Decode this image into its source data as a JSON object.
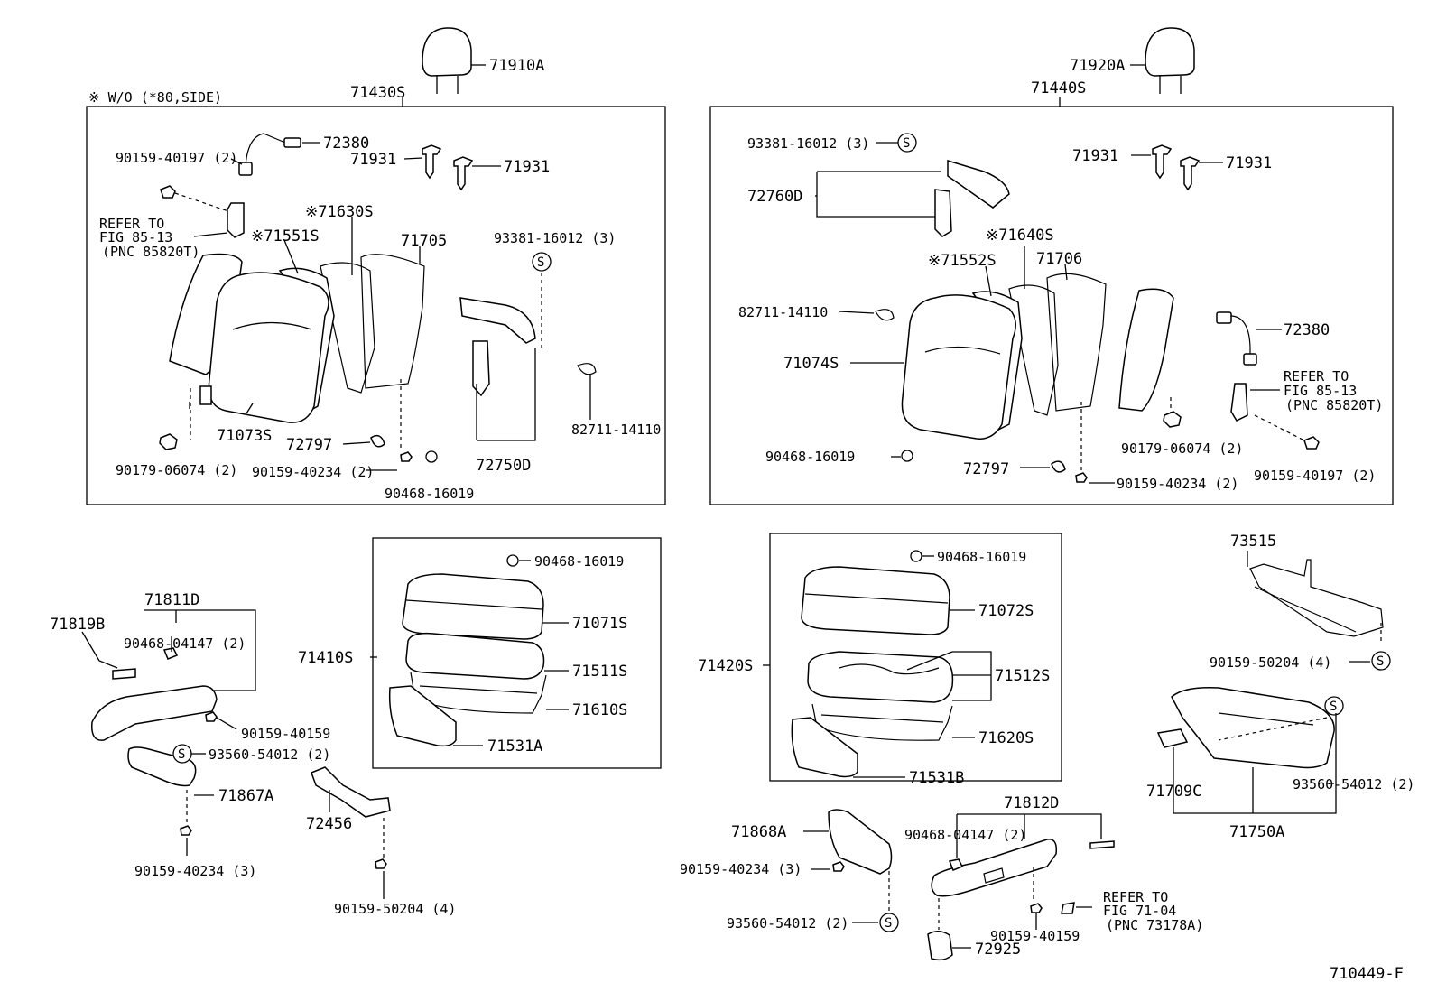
{
  "title": "710449-F",
  "labels": {
    "wo_note": "※ W/O (*80,SIDE)",
    "p71910A": "71910A",
    "p71920A": "71920A",
    "p71430S": "71430S",
    "p71440S": "71440S",
    "l_90159_40197": "90159-40197 (2)",
    "l_72380": "72380",
    "l_71931a": "71931",
    "l_71931b": "71931",
    "l_refer1a": "REFER TO",
    "l_refer1b": "FIG 85-13",
    "l_refer1c": "(PNC 85820T)",
    "l_71630S": "※71630S",
    "l_71551S": "※71551S",
    "l_71705": "71705",
    "l_93381_a": "93381-16012 (3)",
    "l_71073S": "71073S",
    "l_72797a": "72797",
    "l_90179_a": "90179-06074 (2)",
    "l_90159_40234a": "90159-40234 (2)",
    "l_90468_a": "90468-16019",
    "l_72750D": "72750D",
    "l_82711_a": "82711-14110",
    "r_93381": "93381-16012 (3)",
    "r_72760D": "72760D",
    "r_71931a": "71931",
    "r_71931b": "71931",
    "r_71640S": "※71640S",
    "r_71552S": "※71552S",
    "r_71706": "71706",
    "r_82711": "82711-14110",
    "r_72380": "72380",
    "r_71074S": "71074S",
    "r_refer_a": "REFER TO",
    "r_refer_b": "FIG 85-13",
    "r_refer_c": "(PNC 85820T)",
    "r_90468": "90468-16019",
    "r_72797": "72797",
    "r_90179": "90179-06074 (2)",
    "r_90159_40234": "90159-40234 (2)",
    "r_90159_40197": "90159-40197 (2)",
    "m_90468_l": "90468-16019",
    "m_71071S": "71071S",
    "m_71410S": "71410S",
    "m_71511S": "71511S",
    "m_71610S": "71610S",
    "m_71531A": "71531A",
    "m_90468_r": "90468-16019",
    "m_71072S": "71072S",
    "m_71420S": "71420S",
    "m_71512S": "71512S",
    "m_71620S": "71620S",
    "m_71531B": "71531B",
    "bl_71811D": "71811D",
    "bl_71819B": "71819B",
    "bl_90468_04147": "90468-04147 (2)",
    "bl_90159_40159": "90159-40159",
    "bl_93560": "93560-54012 (2)",
    "bl_71867A": "71867A",
    "bl_90159_40234": "90159-40234 (3)",
    "bl_72456": "72456",
    "bl_90159_50204": "90159-50204 (4)",
    "br_73515": "73515",
    "br_90159_50204": "90159-50204 (4)",
    "br_71709C": "71709C",
    "br_93560": "93560-54012 (2)",
    "br_71750A": "71750A",
    "bm_71812D": "71812D",
    "bm_71868A": "71868A",
    "bm_90468_04147": "90468-04147 (2)",
    "bm_90159_40234": "90159-40234 (3)",
    "bm_refer_a": "REFER TO",
    "bm_refer_b": "FIG 71-04",
    "bm_refer_c": "(PNC 73178A)",
    "bm_90159_40159": "90159-40159",
    "bm_93560": "93560-54012 (2)",
    "bm_72925": "72925"
  },
  "symbols": {
    "screw_marker": "S"
  },
  "colors": {
    "ink": "#000000",
    "paper": "#ffffff"
  }
}
